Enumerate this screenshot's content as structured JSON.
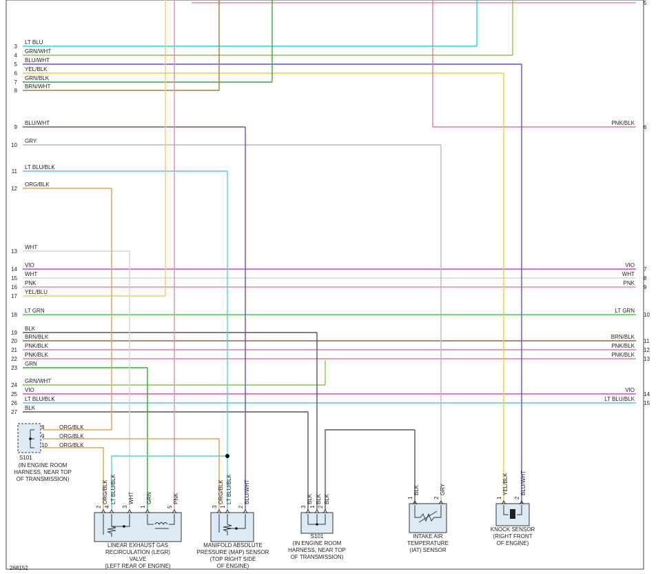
{
  "diagram_id": "268152",
  "colors": {
    "LT BLU": "#21d7e6",
    "GRN/WHT": "#8bc34a",
    "BLU/WHT": "#5b4de0",
    "YEL/BLK": "#e3d332",
    "GRN/BLK": "#3aa63a",
    "BRN/WHT": "#a07b3a",
    "GRY": "#b9b9b9",
    "LT BLU/BLK": "#4fd2d2",
    "ORG/BLK": "#e0a050",
    "WHT": "#d4d4d4",
    "VIO": "#e23ad8",
    "PNK": "#f08aa0",
    "YEL/BLU": "#e2d45a",
    "LT GRN": "#2fe02f",
    "BLK": "#555555",
    "BRN/BLK": "#8c6a3a",
    "PNK/BLK": "#e07a9a",
    "GRN": "#28b028"
  },
  "left_wires": [
    {
      "num": "3",
      "label": "LT BLU",
      "color": "LT BLU"
    },
    {
      "num": "4",
      "label": "GRN/WHT",
      "color": "GRN/WHT"
    },
    {
      "num": "5",
      "label": "BLU/WHT",
      "color": "BLU/WHT"
    },
    {
      "num": "6",
      "label": "YEL/BLK",
      "color": "YEL/BLK"
    },
    {
      "num": "7",
      "label": "GRN/BLK",
      "color": "GRN/BLK"
    },
    {
      "num": "8",
      "label": "BRN/WHT",
      "color": "BRN/WHT"
    },
    {
      "num": "9",
      "label": "BLU/WHT",
      "color": "BLU/WHT"
    },
    {
      "num": "10",
      "label": "GRY",
      "color": "GRY"
    },
    {
      "num": "11",
      "label": "LT BLU/BLK",
      "color": "LT BLU/BLK"
    },
    {
      "num": "12",
      "label": "ORG/BLK",
      "color": "ORG/BLK"
    },
    {
      "num": "13",
      "label": "WHT",
      "color": "WHT"
    },
    {
      "num": "14",
      "label": "VIO",
      "color": "VIO"
    },
    {
      "num": "15",
      "label": "WHT",
      "color": "WHT"
    },
    {
      "num": "16",
      "label": "PNK",
      "color": "PNK"
    },
    {
      "num": "17",
      "label": "YEL/BLU",
      "color": "YEL/BLU"
    },
    {
      "num": "18",
      "label": "LT GRN",
      "color": "LT GRN"
    },
    {
      "num": "19",
      "label": "BLK",
      "color": "BLK"
    },
    {
      "num": "20",
      "label": "BRN/BLK",
      "color": "BRN/BLK"
    },
    {
      "num": "21",
      "label": "PNK/BLK",
      "color": "PNK/BLK"
    },
    {
      "num": "22",
      "label": "PNK/BLK",
      "color": "PNK/BLK"
    },
    {
      "num": "23",
      "label": "GRN",
      "color": "GRN"
    },
    {
      "num": "24",
      "label": "GRN/WHT",
      "color": "GRN/WHT"
    },
    {
      "num": "25",
      "label": "VIO",
      "color": "VIO"
    },
    {
      "num": "26",
      "label": "LT BLU/BLK",
      "color": "LT BLU/BLK"
    },
    {
      "num": "27",
      "label": "BLK",
      "color": "BLK"
    }
  ],
  "right_wires": [
    {
      "num": "5",
      "label": "",
      "color": "PNK"
    },
    {
      "num": "6",
      "label": "PNK/BLK",
      "color": "PNK/BLK"
    },
    {
      "num": "7",
      "label": "VIO",
      "color": "VIO"
    },
    {
      "num": "8",
      "label": "WHT",
      "color": "WHT"
    },
    {
      "num": "9",
      "label": "PNK",
      "color": "PNK"
    },
    {
      "num": "10",
      "label": "LT GRN",
      "color": "LT GRN"
    },
    {
      "num": "11",
      "label": "BRN/BLK",
      "color": "BRN/BLK"
    },
    {
      "num": "12",
      "label": "PNK/BLK",
      "color": "PNK/BLK"
    },
    {
      "num": "13",
      "label": "PNK/BLK",
      "color": "PNK/BLK"
    },
    {
      "num": "14",
      "label": "VIO",
      "color": "VIO"
    },
    {
      "num": "15",
      "label": "LT BLU/BLK",
      "color": "LT BLU/BLK"
    }
  ],
  "splice_s101_left": {
    "name": "S101",
    "desc": [
      "(IN ENGINE ROOM",
      "HARNESS, NEAR TOP",
      "OF TRANSMISSION)"
    ],
    "pins": [
      {
        "num": "8",
        "label": "ORG/BLK"
      },
      {
        "num": "9",
        "label": "ORG/BLK"
      },
      {
        "num": "10",
        "label": "ORG/BLK"
      }
    ]
  },
  "components": [
    {
      "id": "legr",
      "name": [
        "LINEAR EXHAUST GAS",
        "RECIRCULATION (LEGR)",
        "VALVE",
        "(LEFT REAR OF ENGINE)"
      ],
      "pins": [
        {
          "num": "2",
          "label": "ORG/BLK"
        },
        {
          "num": "4",
          "label": "LT BLU/BLK"
        },
        {
          "num": "3",
          "label": "WHT"
        },
        {
          "num": "1",
          "label": "GRN"
        },
        {
          "num": "5",
          "label": "PNK"
        }
      ]
    },
    {
      "id": "map",
      "name": [
        "MANIFOLD ABSOLUTE",
        "PRESSURE (MAP) SENSOR",
        "(TOP RIGHT SIDE",
        "OF ENGINE)"
      ],
      "pins": [
        {
          "num": "3",
          "label": "ORG/BLK"
        },
        {
          "num": "1",
          "label": "LT BLU/BLK"
        },
        {
          "num": "2",
          "label": "BLU/WHT"
        }
      ]
    },
    {
      "id": "s101b",
      "name": [
        "S101",
        "(IN ENGINE ROOM",
        "HARNESS, NEAR TOP",
        "OF TRANSMISSION)"
      ],
      "pins": [
        {
          "num": "3",
          "label": "BLK"
        },
        {
          "num": "1",
          "label": "BLK"
        },
        {
          "num": "2",
          "label": "BLK"
        }
      ]
    },
    {
      "id": "iat",
      "name": [
        "INTAKE AIR",
        "TEMPERATURE",
        "(IAT) SENSOR"
      ],
      "pins": [
        {
          "num": "1",
          "label": "BLK"
        },
        {
          "num": "2",
          "label": "GRY"
        }
      ]
    },
    {
      "id": "knock",
      "name": [
        "KNOCK SENSOR",
        "(RIGHT FRONT",
        "OF ENGINE)"
      ],
      "pins": [
        {
          "num": "1",
          "label": "YEL/BLK"
        },
        {
          "num": "2",
          "label": "BLU/WHT"
        }
      ]
    }
  ]
}
